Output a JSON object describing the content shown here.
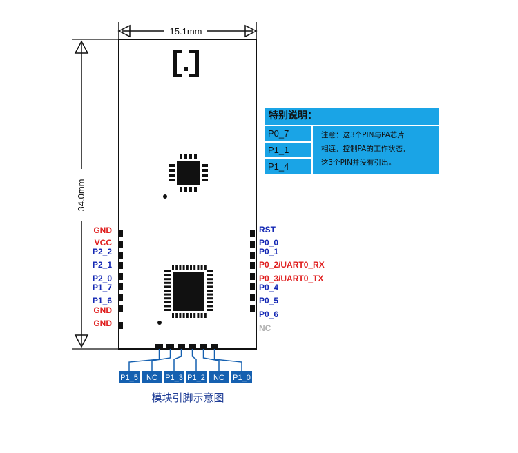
{
  "dimensions": {
    "width_label": "15.1mm",
    "height_label": "34.0mm"
  },
  "left_pins": [
    {
      "label": "GND",
      "color": "#e02020"
    },
    {
      "label": "VCC",
      "color": "#e02020"
    },
    {
      "label": "P2_2",
      "color": "#1428b4"
    },
    {
      "label": "P2_1",
      "color": "#1428b4"
    },
    {
      "label": "P2_0",
      "color": "#1428b4"
    },
    {
      "label": "P1_7",
      "color": "#1428b4"
    },
    {
      "label": "P1_6",
      "color": "#1428b4"
    },
    {
      "label": "GND",
      "color": "#e02020"
    },
    {
      "label": "GND",
      "color": "#e02020"
    }
  ],
  "right_pins": [
    {
      "label": "RST",
      "color": "#1428b4"
    },
    {
      "label": "P0_0",
      "color": "#1428b4"
    },
    {
      "label": "P0_1",
      "color": "#1428b4"
    },
    {
      "label": "P0_2/UART0_RX",
      "color": "#e02020"
    },
    {
      "label": "P0_3/UART0_TX",
      "color": "#e02020"
    },
    {
      "label": "P0_4",
      "color": "#1428b4"
    },
    {
      "label": "P0_5",
      "color": "#1428b4"
    },
    {
      "label": "P0_6",
      "color": "#1428b4"
    },
    {
      "label": "NC",
      "color": "#b0b0b0"
    }
  ],
  "bottom_pins": [
    "P1_5",
    "NC",
    "P1_3",
    "P1_2",
    "NC",
    "P1_0"
  ],
  "caption": "模块引脚示意图",
  "notes": {
    "header": "特别说明：",
    "pins": [
      "P0_7",
      "P1_1",
      "P1_4"
    ],
    "description_lines": [
      "注意：这3个PIN与PA芯片",
      "相连，控制PA的工作状态，",
      "这3个PIN并没有引出。"
    ]
  },
  "colors": {
    "accent_blue": "#1aa4e6",
    "bottom_label_bg": "#1560b0",
    "caption_color": "#1e3c96"
  }
}
